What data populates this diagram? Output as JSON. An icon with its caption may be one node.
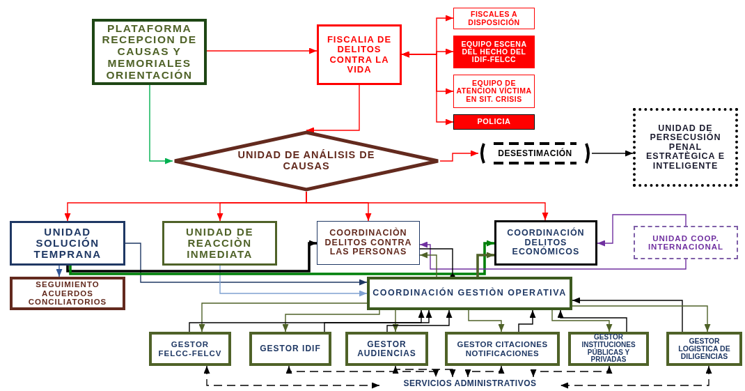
{
  "diagram": {
    "nodes": [
      {
        "text": [
          "PLATAFORMA RECEPCION DE CAUSAS Y MEMORIALES ORIENTACIÓN"
        ]
      },
      {
        "text": [
          "FISCALIA DE DELITOS CONTRA LA VIDA"
        ]
      },
      {
        "text": [
          "FISCALES A DISPOSICIÓN"
        ]
      },
      {
        "text": [
          "EQUIPO ESCENA DEL HECHO DEL IDIF-FELCC"
        ]
      },
      {
        "text": [
          "EQUIPO DE ATENCION VÍCTIMA EN SIT. CRISIS"
        ]
      },
      {
        "text": [
          "POLICIA"
        ]
      },
      {
        "text": [
          "UNIDAD DE ANÁLISIS DE CAUSAS"
        ]
      },
      {
        "text": [
          "DESESTIMACIÓN"
        ]
      },
      {
        "text": [
          "UNIDAD DE PERSECUSIÓN PENAL ESTRATÈGICA E INTELIGENTE"
        ]
      },
      {
        "text": [
          "UNIDAD SOLUCIÓN TEMPRANA"
        ]
      },
      {
        "text": [
          "UNIDAD DE REACCIÒN INMEDIATA"
        ]
      },
      {
        "text": [
          "COORDINACIÒN DELITOS CONTRA LAS PERSONAS"
        ]
      },
      {
        "text": [
          "COORDINACIÓN DELITOS ECONÓMICOS"
        ]
      },
      {
        "text": [
          "UNIDAD COOP. INTERNACIONAL"
        ]
      },
      {
        "text": [
          "SEGUIMIENTO ACUERDOS CONCILIATORIOS"
        ]
      },
      {
        "text": [
          "COORDINACIÓN GESTIÒN OPERATIVA"
        ]
      },
      {
        "text": [
          "GESTOR FELCC-FELCV"
        ]
      },
      {
        "text": [
          "GESTOR IDIF"
        ]
      },
      {
        "text": [
          "GESTOR AUDIENCIAS"
        ]
      },
      {
        "text": [
          "GESTOR CITACIONES NOTIFICACIONES"
        ]
      },
      {
        "text": [
          "GESTOR INSTITUCIONES PÚBLICAS Y PRIVADAS"
        ]
      },
      {
        "text": [
          "GESTOR LOGISTICA DE DILIGENCIAS"
        ]
      },
      {
        "text": [
          "SERVICIOS ADMINISTRATIVOS"
        ]
      }
    ],
    "edges": [
      {
        "from": 0,
        "to": 1,
        "arrow": "to",
        "color": "#ff0000"
      },
      {
        "from": 0,
        "to": 6,
        "arrow": "to",
        "color": "#00b050"
      },
      {
        "from": 1,
        "to": 6,
        "arrow": "to",
        "color": "#ff0000"
      },
      {
        "from": 1,
        "to": 2,
        "arrow": "both",
        "color": "#ff0000"
      },
      {
        "from": 1,
        "to": 3,
        "arrow": "both",
        "color": "#ff0000"
      },
      {
        "from": 1,
        "to": 4,
        "arrow": "both",
        "color": "#ff0000"
      },
      {
        "from": 1,
        "to": 5,
        "arrow": "both",
        "color": "#ff0000"
      },
      {
        "from": 6,
        "to": 7,
        "arrow": "to",
        "color": "#ff0000"
      },
      {
        "from": 7,
        "to": 8,
        "arrow": "to",
        "color": "#000000"
      },
      {
        "from": 6,
        "to": 9,
        "arrow": "to",
        "color": "#ff0000"
      },
      {
        "from": 6,
        "to": 10,
        "arrow": "to",
        "color": "#ff0000"
      },
      {
        "from": 6,
        "to": 11,
        "arrow": "to",
        "color": "#ff0000"
      },
      {
        "from": 6,
        "to": 12,
        "arrow": "to",
        "color": "#ff0000"
      },
      {
        "from": 9,
        "to": 14,
        "arrow": "to",
        "color": "#2f5597"
      },
      {
        "from": 9,
        "to": 15,
        "arrow": "to",
        "color": "#1f3864"
      },
      {
        "from": 10,
        "to": 15,
        "arrow": "to",
        "color": "#7fa1d1"
      },
      {
        "from": 9,
        "to": 11,
        "arrow": "to",
        "color": "#000000",
        "style": "thick"
      },
      {
        "from": 9,
        "to": 12,
        "arrow": "to",
        "color": "#00800a",
        "style": "thick"
      },
      {
        "from": 13,
        "to": 12,
        "arrow": "to",
        "color": "#7030a0"
      },
      {
        "from": 13,
        "to": 11,
        "arrow": "to",
        "color": "#7030a0"
      },
      {
        "from": 15,
        "to": 11,
        "arrow": "to",
        "color": "#4f6228"
      },
      {
        "from": 15,
        "to": 12,
        "arrow": "to",
        "color": "#4f6228",
        "style": "thick"
      },
      {
        "from": 11,
        "to": 15,
        "arrow": "other",
        "color": "#000000"
      },
      {
        "from": 21,
        "to": 15,
        "arrow": "to",
        "color": "#000000"
      },
      {
        "from": 15,
        "to": 21,
        "arrow": "to",
        "color": "#4f6228"
      },
      {
        "from": 15,
        "to": 16,
        "arrow": "to",
        "color": "#4f6228"
      },
      {
        "from": 15,
        "to": 17,
        "arrow": "to",
        "color": "#4f6228"
      },
      {
        "from": 15,
        "to": 18,
        "arrow": "to",
        "color": "#4f6228"
      },
      {
        "from": 15,
        "to": 19,
        "arrow": "to",
        "color": "#4f6228"
      },
      {
        "from": 15,
        "to": 20,
        "arrow": "to",
        "color": "#4f6228"
      },
      {
        "from": 16,
        "to": 15,
        "arrow": "to",
        "color": "#000000"
      },
      {
        "from": 17,
        "to": 15,
        "arrow": "to",
        "color": "#000000"
      },
      {
        "from": 18,
        "to": 15,
        "arrow": "to",
        "color": "#000000"
      },
      {
        "from": 19,
        "to": 15,
        "arrow": "to",
        "color": "#000000"
      },
      {
        "from": 20,
        "to": 15,
        "arrow": "to",
        "color": "#000000"
      },
      {
        "from": 16,
        "to": 22,
        "arrow": "both",
        "color": "#000000",
        "style": "dashed"
      },
      {
        "from": 21,
        "to": 22,
        "arrow": "both",
        "color": "#000000",
        "style": "dashed"
      },
      {
        "from": 17,
        "to": 22,
        "arrow": "both",
        "color": "#000000",
        "style": "dashed"
      },
      {
        "from": 18,
        "to": 22,
        "arrow": "both",
        "color": "#000000",
        "style": "dashed"
      },
      {
        "from": 19,
        "to": 22,
        "arrow": "both",
        "color": "#000000",
        "style": "dashed"
      },
      {
        "from": 20,
        "to": 22,
        "arrow": "both",
        "color": "#000000",
        "style": "dashed"
      }
    ]
  }
}
